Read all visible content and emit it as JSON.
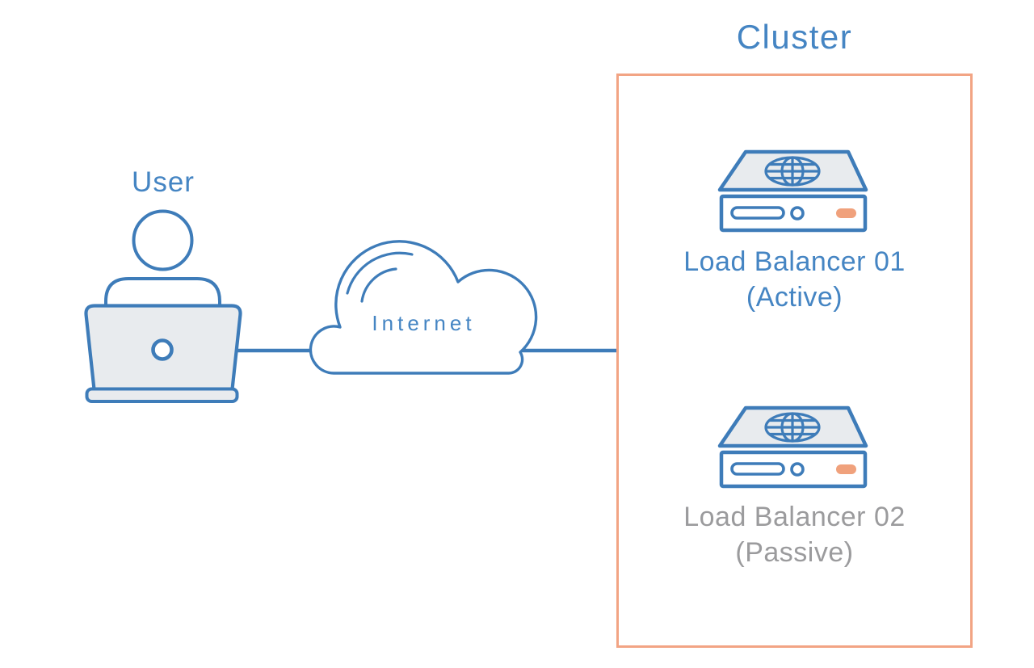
{
  "diagram": {
    "user": {
      "label": "User"
    },
    "internet": {
      "label": "Internet"
    },
    "cluster": {
      "title": "Cluster",
      "nodes": [
        {
          "name": "Load Balancer 01",
          "state": "(Active)"
        },
        {
          "name": "Load Balancer 02",
          "state": "(Passive)"
        }
      ]
    },
    "connections": [
      {
        "from": "user",
        "to": "internet"
      },
      {
        "from": "internet",
        "to": "cluster"
      }
    ],
    "colors": {
      "stroke_blue": "#3e7cb9",
      "text_blue": "#4585c3",
      "text_gray": "#9b9b9d",
      "accent_orange": "#f2a484",
      "orange_fill": "#f0a17c",
      "panel_fill": "#e8ebee",
      "background": "#ffffff"
    }
  }
}
